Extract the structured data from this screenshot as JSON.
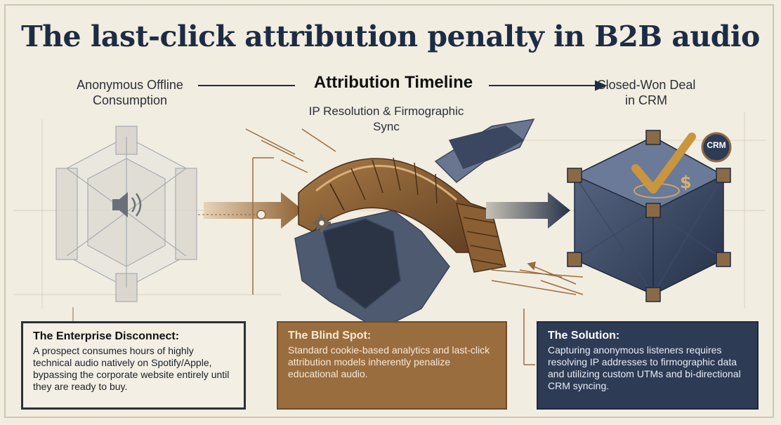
{
  "title": "The last-click attribution penalty in B2B audio",
  "timeline": {
    "label": "Attribution Timeline",
    "stage_start": "Anonymous Offline Consumption",
    "stage_middle": "IP Resolution & Firmographic Sync",
    "stage_end": "Closed-Won Deal in CRM"
  },
  "badge": {
    "crm": "CRM"
  },
  "cards": {
    "left": {
      "title": "The Enterprise Disconnect:",
      "body": "A prospect consumes hours of highly technical audio natively on Spotify/Apple, bypassing the corporate website entirely until they are ready to buy."
    },
    "middle": {
      "title": "The Blind Spot:",
      "body": "Standard cookie-based analytics and last-click attribution models inherently penalize educational audio."
    },
    "right": {
      "title": "The Solution:",
      "body": "Capturing anonymous listeners requires resolving IP addresses to firmographic data and utilizing custom UTMs and bi-directional CRM syncing."
    }
  },
  "colors": {
    "navy": "#1d2c44",
    "bronze": "#9a6d3f",
    "slate": "#2d3b55",
    "background": "#f2ede1"
  },
  "icons": {
    "speaker": "speaker-icon",
    "checkmark": "checkmark-icon",
    "dollar": "dollar-icon",
    "gear": "gear-icon"
  }
}
